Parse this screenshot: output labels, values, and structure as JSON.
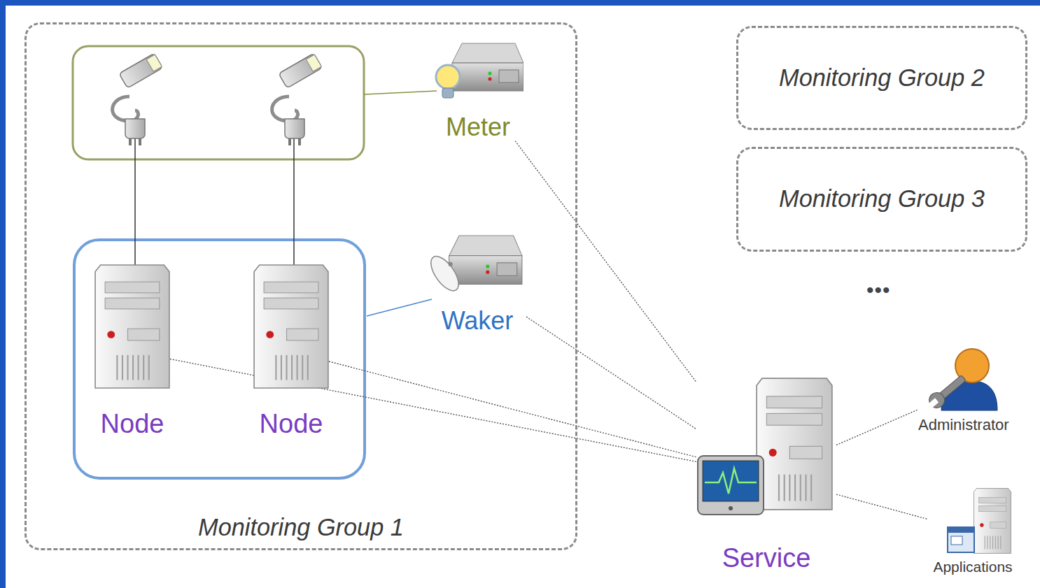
{
  "diagram": {
    "nodes": [
      {
        "text": [
          "Monitoring Group 1"
        ]
      },
      {
        "text": [
          "Node"
        ],
        "in": 0
      },
      {
        "text": [
          "Node"
        ],
        "in": 0
      },
      {
        "text": [
          "Meter"
        ],
        "in": 0
      },
      {
        "text": [
          "Waker"
        ],
        "in": 0
      },
      {
        "text": [
          "Monitoring Group 2"
        ]
      },
      {
        "text": [
          "Monitoring Group 3"
        ]
      },
      {
        "text": [
          "Service"
        ]
      },
      {
        "text": [
          "Administrator"
        ]
      },
      {
        "text": [
          "Applications"
        ]
      }
    ],
    "edges": [
      {
        "from": 1,
        "to": 7,
        "arrow": "none"
      },
      {
        "from": 2,
        "to": 7,
        "arrow": "none"
      },
      {
        "from": 3,
        "to": 7,
        "arrow": "none"
      },
      {
        "from": 4,
        "to": 7,
        "arrow": "none"
      },
      {
        "from": 7,
        "to": 8,
        "arrow": "none"
      },
      {
        "from": 7,
        "to": 9,
        "arrow": "none"
      }
    ],
    "labels": [
      "•••"
    ]
  }
}
